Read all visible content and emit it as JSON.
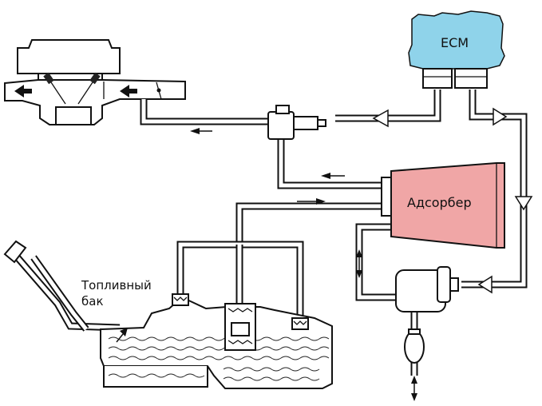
{
  "labels": {
    "ecm": "ECM",
    "canister": "Адсорбер",
    "tank_line1": "Топливный",
    "tank_line2": "бак"
  },
  "colors": {
    "ecm_fill": "#8fd3ea",
    "canister_fill": "#f0a6a6",
    "line": "#111111"
  },
  "icons": [
    "flow-arrow-icon",
    "bidirectional-arrow-icon",
    "spring-valve-icon"
  ]
}
